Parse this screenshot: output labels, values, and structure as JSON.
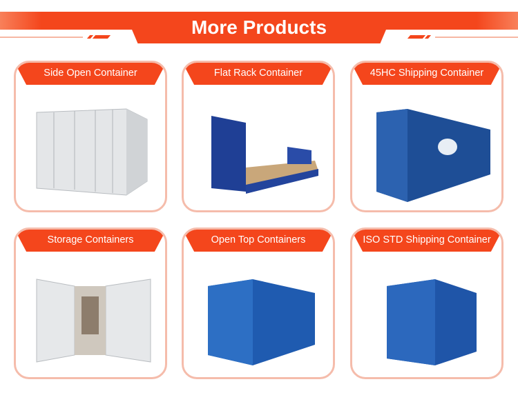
{
  "header": {
    "title": "More Products"
  },
  "colors": {
    "accent": "#f4461c",
    "card_border": "#f5bcab"
  },
  "products": [
    {
      "label": "Side Open Container",
      "image": "white-side-open-container"
    },
    {
      "label": "Flat Rack Container",
      "image": "blue-flat-rack-container"
    },
    {
      "label": "45HC Shipping Container",
      "image": "blue-45hc-container"
    },
    {
      "label": "Storage Containers",
      "image": "white-open-storage-container"
    },
    {
      "label": "Open Top Containers",
      "image": "blue-open-top-container"
    },
    {
      "label": "ISO STD Shipping Container",
      "image": "blue-iso-std-container"
    }
  ]
}
